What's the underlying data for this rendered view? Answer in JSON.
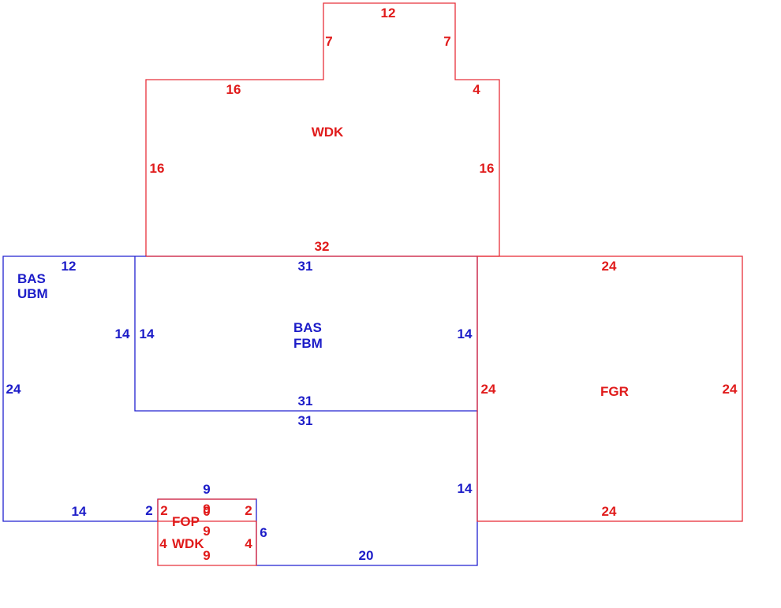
{
  "colors": {
    "red": "#e01b1b",
    "blue": "#1c1cc8"
  },
  "areas": {
    "wdk_top": {
      "code": "WDK"
    },
    "bas_ubm": {
      "code1": "BAS",
      "code2": "UBM"
    },
    "bas_fbm": {
      "code1": "BAS",
      "code2": "FBM"
    },
    "fgr": {
      "code": "FGR"
    },
    "fop": {
      "code": "FOP"
    },
    "wdk_bottom": {
      "code": "WDK"
    }
  },
  "dims": {
    "wdk_top_12": "12",
    "wdk_top_7_left": "7",
    "wdk_top_7_right": "7",
    "wdk_top_16_top": "16",
    "wdk_top_4": "4",
    "wdk_top_16_left": "16",
    "wdk_top_16_right": "16",
    "wdk_top_32": "32",
    "ubm_12": "12",
    "ubm_14_right": "14",
    "ubm_24": "24",
    "ubm_14_bottom": "14",
    "ubm_2": "2",
    "fbm_31_top": "31",
    "fbm_14_left": "14",
    "fbm_14_right": "14",
    "fbm_31_bottom": "31",
    "lower_31": "31",
    "lower_14": "14",
    "lower_20": "20",
    "lower_6": "6",
    "fgr_24_top": "24",
    "fgr_24_left": "24",
    "fgr_24_right": "24",
    "fgr_24_bottom": "24",
    "fop_9_top_blue": "9",
    "fop_2_left": "2",
    "fop_9_top_red": "9",
    "fop_0_overlap": "0",
    "fop_2_right": "2",
    "fop_9_mid": "9",
    "wdk_4_left": "4",
    "wdk_4_right": "4",
    "wdk_9_bottom": "9"
  }
}
